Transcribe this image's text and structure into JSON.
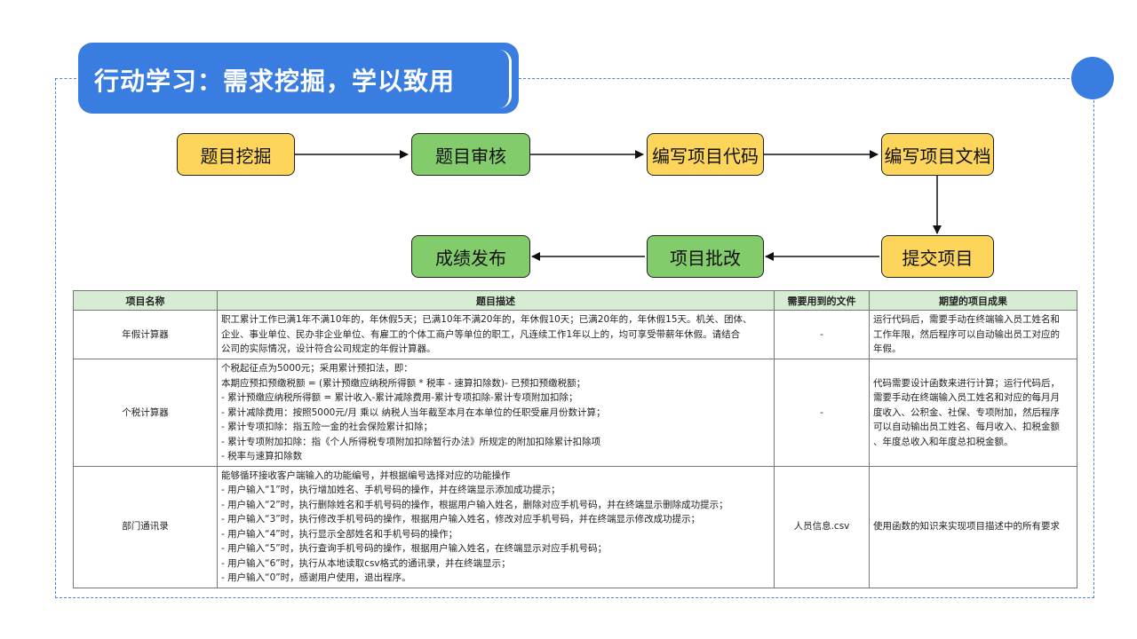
{
  "title": "行动学习：需求挖掘，学以致用",
  "flow": {
    "step1": "题目挖掘",
    "step2": "题目审核",
    "step3": "编写项目代码",
    "step4": "编写项目文档",
    "step5": "提交项目",
    "step6": "项目批改",
    "step7": "成绩发布"
  },
  "table": {
    "headers": [
      "项目名称",
      "题目描述",
      "需要用到的文件",
      "期望的项目成果"
    ],
    "rows": [
      {
        "name": "年假计算器",
        "desc": [
          "职工累计工作已满1年不满10年的，年休假5天；已满10年不满20年的，年休假10天；已满20年的，年休假15天。机关、团体、",
          "企业、事业单位、民办非企业单位、有雇工的个体工商户等单位的职工，凡连续工作1年以上的，均可享受带薪年休假。请结合",
          "公司的实际情况，设计符合公司规定的年假计算器。"
        ],
        "file": "-",
        "result": [
          "运行代码后，需要手动在终端输入员工姓名和",
          "工作年限，然后程序可以自动输出员工对应的",
          "年假。"
        ]
      },
      {
        "name": "个税计算器",
        "desc": [
          "个税起征点为5000元；采用累计预扣法，即：",
          "本期应预扣预缴税额 = (累计预缴应纳税所得额 * 税率 - 速算扣除数)- 已预扣预缴税额；",
          "- 累计预缴应纳税所得额 = 累计收入-累计减除费用-累计专项扣除-累计专项附加扣除；",
          "- 累计减除费用：按照5000元/月 乘以 纳税人当年截至本月在本单位的任职受雇月份数计算；",
          "- 累计专项扣除：指五险一金的社会保险累计扣除；",
          "- 累计专项附加扣除：指《个人所得税专项附加扣除暂行办法》所规定的附加扣除累计扣除项",
          "- 税率与速算扣除数"
        ],
        "file": "-",
        "result": [
          "代码需要设计函数来进行计算；运行代码后，",
          "需要手动在终端输入员工姓名和对应的每月月",
          "度收入、公积金、社保、专项附加，然后程序",
          "可以自动输出员工姓名、每月收入、扣税金额",
          "、年度总收入和年度总扣税金额。"
        ]
      },
      {
        "name": "部门通讯录",
        "desc": [
          "能够循环接收客户端输入的功能编号，并根据编号选择对应的功能操作",
          "- 用户输入“1”时，执行增加姓名、手机号码的操作，并在终端显示添加成功提示；",
          "- 用户输入“2”时，执行删除姓名和手机号码的操作，根据用户输入姓名，删除对应手机号码，并在终端显示删除成功提示；",
          "- 用户输入“3”时，执行修改手机号码的操作，根据用户输入姓名，修改对应手机号码，并在终端显示修改成功提示；",
          "- 用户输入“4”时，执行显示全部姓名和手机号码的操作；",
          "- 用户输入“5”时，执行查询手机号码的操作，根据用户输入姓名，在终端显示对应手机号码；",
          "- 用户输入“6”时，执行从本地读取csv格式的通讯录，并在终端显示；",
          "- 用户输入“0”时，感谢用户使用，退出程序。"
        ],
        "file": "人员信息.csv",
        "result": [
          "使用函数的知识来实现项目描述中的所有要求"
        ]
      }
    ]
  },
  "colors": {
    "accent": "#3a7de0",
    "yellow": "#fdd55a",
    "green": "#82cc6c",
    "header": "#d6edd3"
  }
}
